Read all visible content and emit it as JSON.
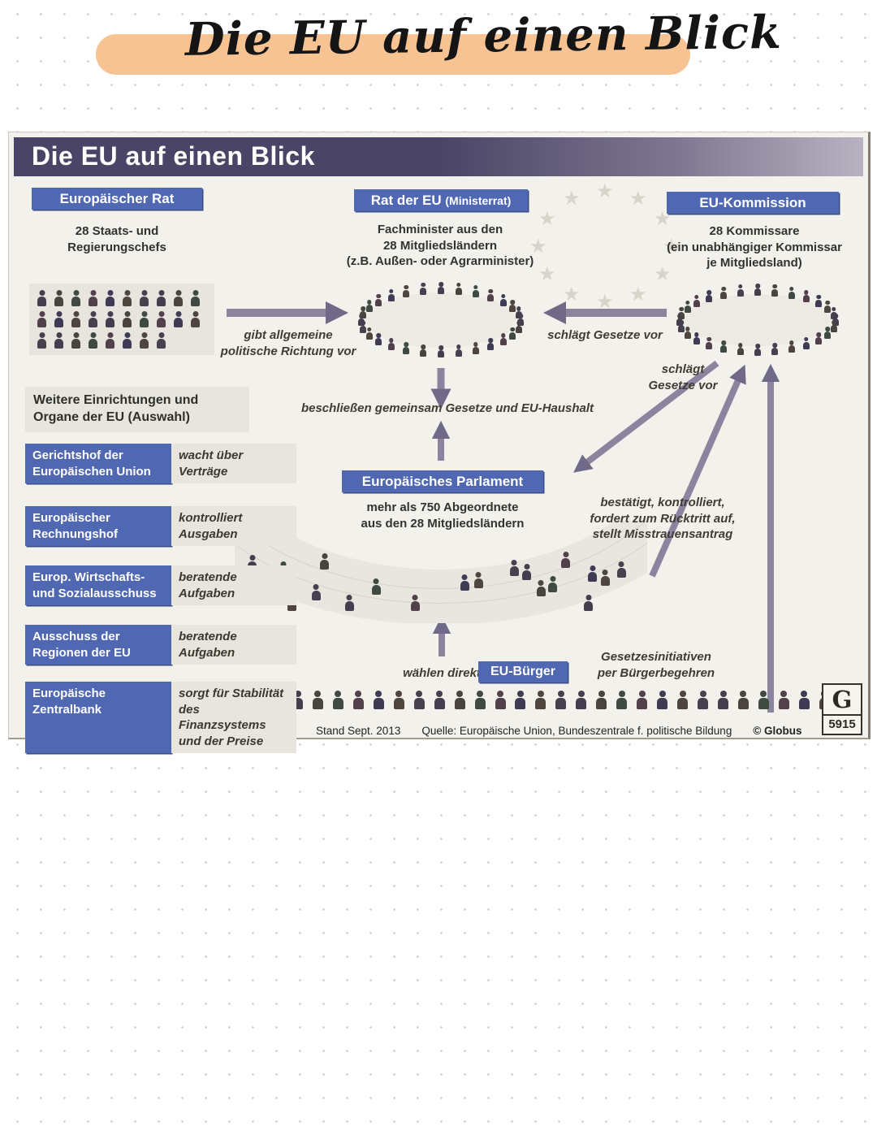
{
  "note": {
    "handwritten_title": "Die EU auf einen Blick",
    "highlight_color": "#f8c392"
  },
  "infographic": {
    "title": "Die EU auf einen Blick",
    "accent_blue": "#5068b2",
    "header_color": "#4a4566",
    "institutions": {
      "european_council": {
        "label": "Europäischer Rat",
        "description": "28 Staats- und\nRegierungschefs",
        "member_count": 28
      },
      "council_of_the_eu": {
        "label": "Rat der EU",
        "label_note": "(Ministerrat)",
        "description": "Fachminister aus den\n28 Mitgliedsländern\n(z.B. Außen- oder Agrarminister)",
        "member_count": 28
      },
      "eu_commission": {
        "label": "EU-Kommission",
        "description": "28 Kommissare\n(ein unabhängiger Kommissar\nje Mitgliedsland)",
        "member_count": 28
      },
      "european_parliament": {
        "label": "Europäisches Parlament",
        "description": "mehr als 750 Abgeordnete\naus den 28 Mitgliedsländern"
      },
      "eu_citizens": {
        "label": "EU-Bürger"
      }
    },
    "other_bodies": {
      "heading": "Weitere Einrichtungen und\nOrgane der EU (Auswahl)",
      "items": [
        {
          "name": "Gerichtshof der\nEuropäischen Union",
          "role": "wacht über\nVerträge"
        },
        {
          "name": "Europäischer\nRechnungshof",
          "role": "kontrolliert\nAusgaben"
        },
        {
          "name": "Europ. Wirtschafts-\nund Sozialausschuss",
          "role": "beratende\nAufgaben"
        },
        {
          "name": "Ausschuss der\nRegionen der EU",
          "role": "beratende\nAufgaben"
        },
        {
          "name": "Europäische\nZentralbank",
          "role": "sorgt für Stabilität\ndes Finanzsystems\nund der Preise"
        }
      ]
    },
    "relations": {
      "council_guidance": "gibt allgemeine\npolitische Richtung vor",
      "commission_to_council": "schlägt Gesetze vor",
      "commission_to_parliament": "schlägt\nGesetze vor",
      "joint_legislation": "beschließen gemeinsam Gesetze und EU-Haushalt",
      "parliament_to_commission": "bestätigt, kontrolliert,\nfordert zum Rücktritt auf,\nstellt Misstrauensantrag",
      "citizens_to_parliament": "wählen direkt",
      "citizens_to_commission": "Gesetzesinitiativen\nper Bürgerbegehren"
    },
    "footer": {
      "date": "Stand Sept. 2013",
      "source": "Quelle: Europäische Union, Bundeszentrale f. politische Bildung",
      "copyright": "© Globus",
      "logo_letter": "G",
      "graphic_number": "5915"
    }
  }
}
